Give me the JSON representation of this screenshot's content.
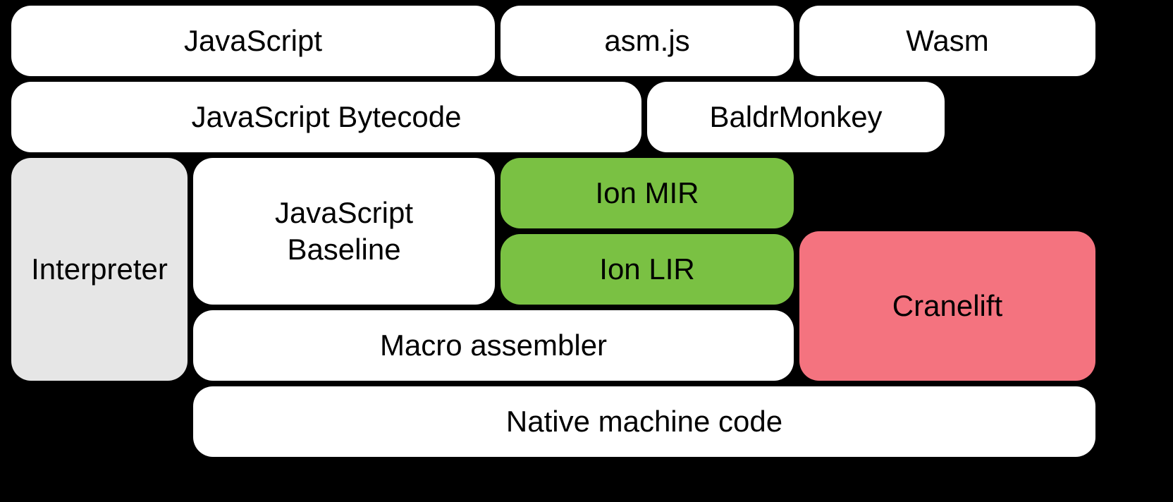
{
  "diagram": {
    "colors": {
      "background": "#000000",
      "box_default": "#ffffff",
      "interpreter_box": "#e6e6e6",
      "ion_box": "#7ac143",
      "cranelift_box": "#f4737f",
      "text": "#000000"
    },
    "nodes": {
      "javascript": {
        "label": "JavaScript"
      },
      "asmjs": {
        "label": "asm.js"
      },
      "wasm": {
        "label": "Wasm"
      },
      "bytecode": {
        "label": "JavaScript Bytecode"
      },
      "baldrmonkey": {
        "label": "BaldrMonkey"
      },
      "interpreter": {
        "label": "Interpreter"
      },
      "baseline": {
        "label": "JavaScript\nBaseline"
      },
      "ion_mir": {
        "label": "Ion MIR"
      },
      "ion_lir": {
        "label": "Ion LIR"
      },
      "cranelift": {
        "label": "Cranelift"
      },
      "macro_assembler": {
        "label": "Macro assembler"
      },
      "native_code": {
        "label": "Native machine code"
      }
    }
  }
}
